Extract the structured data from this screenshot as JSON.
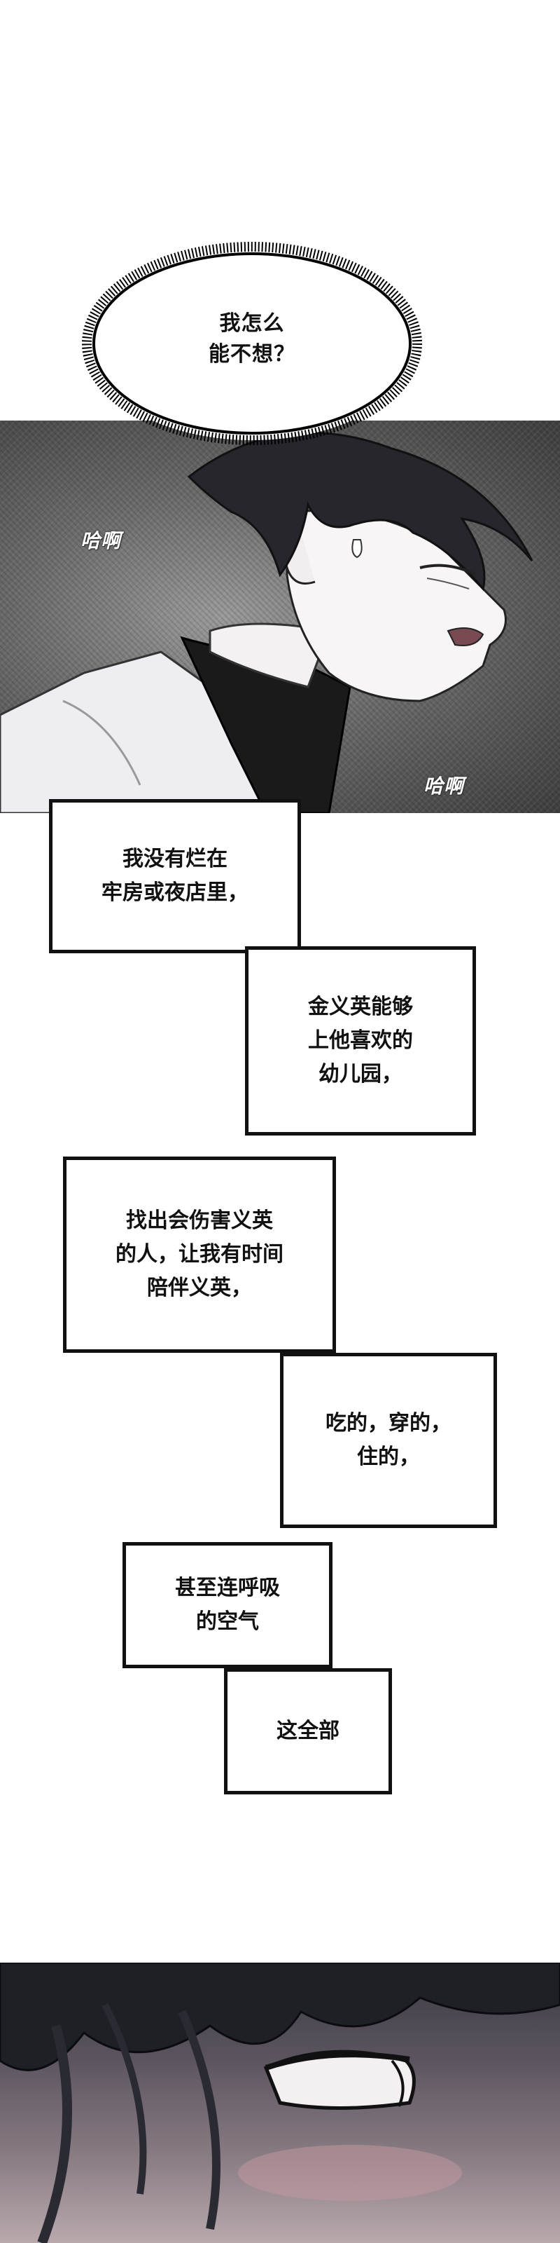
{
  "bubble": {
    "line1": "我怎么",
    "line2": "能不想？"
  },
  "sfx": {
    "left": "哈啊",
    "right": "哈啊"
  },
  "narration": [
    {
      "line1": "我没有烂在",
      "line2": "牢房或夜店里，",
      "line3": ""
    },
    {
      "line1": "金义英能够",
      "line2": "上他喜欢的",
      "line3": "幼儿园，"
    },
    {
      "line1": "找出会伤害义英",
      "line2": "的人，让我有时间",
      "line3": "陪伴义英，"
    },
    {
      "line1": "吃的，穿的，",
      "line2": "住的，",
      "line3": ""
    },
    {
      "line1": "甚至连呼吸",
      "line2": "的空气",
      "line3": ""
    },
    {
      "line1": "这全部",
      "line2": "",
      "line3": ""
    }
  ],
  "colors": {
    "ink": "#111111",
    "background": "#ffffff"
  }
}
